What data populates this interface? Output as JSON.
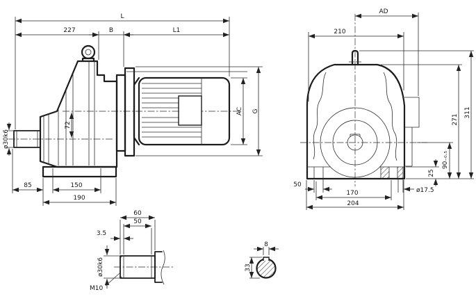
{
  "colors": {
    "ink": "#1c1c1c",
    "background": "#ffffff"
  },
  "side_view": {
    "dims": {
      "L": "L",
      "front_length": "227",
      "B": "B",
      "L1": "L1",
      "shaft_diameter": "ø30k6",
      "axis_offset": "72",
      "AC": "AC",
      "G": "G",
      "shaft_length": "85",
      "foot_span": "150",
      "foot_length": "190"
    }
  },
  "front_view": {
    "dims": {
      "AD": "AD",
      "width": "210",
      "total_height": "311",
      "housing_height": "271",
      "center_height": "90₋₀.₅",
      "foot_height": "25",
      "hole_diameter": "ø17.5",
      "edge_offset": "50",
      "hole_span": "170",
      "base_width": "204"
    }
  },
  "shaft_detail": {
    "dims": {
      "key_offset": "3.5",
      "length": "60",
      "key_length": "50",
      "diameter": "ø30k6",
      "thread": "M10"
    }
  },
  "key_section": {
    "dims": {
      "key_width": "8",
      "height": "33"
    }
  }
}
